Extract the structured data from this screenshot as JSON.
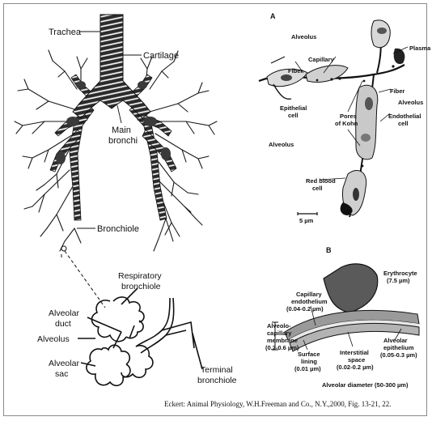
{
  "left": {
    "trachea": "Trachea",
    "cartilage": "Cartilage",
    "main_bronchi_1": "Main",
    "main_bronchi_2": "bronchi",
    "bronchiole": "Bronchiole",
    "respiratory_bronchiole_1": "Respiratory",
    "respiratory_bronchiole_2": "bronchiole",
    "alveolar_duct_1": "Alveolar",
    "alveolar_duct_2": "duct",
    "alveolus": "Alveolus",
    "alveolar_sac_1": "Alveolar",
    "alveolar_sac_2": "sac",
    "terminal_bronchiole_1": "Terminal",
    "terminal_bronchiole_2": "bronchiole"
  },
  "panel_a": {
    "letter": "A",
    "alveolus_top": "Alveolus",
    "capillary": "Capillary",
    "fiber_left": "Fiber",
    "plasma": "Plasma",
    "fiber_right": "Fiber",
    "alveolus_right": "Alveolus",
    "epithelial_cell_1": "Epithelial",
    "epithelial_cell_2": "cell",
    "pores_1": "Pores",
    "pores_2": "of Kohn",
    "endothelial_cell_1": "Endothelial",
    "endothelial_cell_2": "cell",
    "alveolus_left": "Alveolus",
    "red_blood_cell_1": "Red blood",
    "red_blood_cell_2": "cell",
    "scale": "5 µm"
  },
  "panel_b": {
    "letter": "B",
    "erythrocyte_1": "Erythrocyte",
    "erythrocyte_2": "(7.5 µm)",
    "capillary_endothelium_1": "Capillary",
    "capillary_endothelium_2": "endothelium",
    "capillary_endothelium_3": "(0.04-0.2 µm)",
    "alveolo_capillary_1": "Alveolo-",
    "alveolo_capillary_2": "capillary",
    "alveolo_capillary_3": "membrane",
    "alveolo_capillary_4": "(0.2-0.6 µm)",
    "surface_lining_1": "Surface",
    "surface_lining_2": "lining",
    "surface_lining_3": "(0.01 µm)",
    "interstitial_1": "Interstitial",
    "interstitial_2": "space",
    "interstitial_3": "(0.02-0.2 µm)",
    "alveolar_epithelium_1": "Alveolar",
    "alveolar_epithelium_2": "epithelium",
    "alveolar_epithelium_3": "(0.05-0.3 µm)",
    "alveolar_diameter": "Alveolar diameter (50-300 µm)"
  },
  "caption": "Eckert: Animal Physiology, W.H.Freeman and Co., N.Y.,2000, Fig. 13-21, 22."
}
